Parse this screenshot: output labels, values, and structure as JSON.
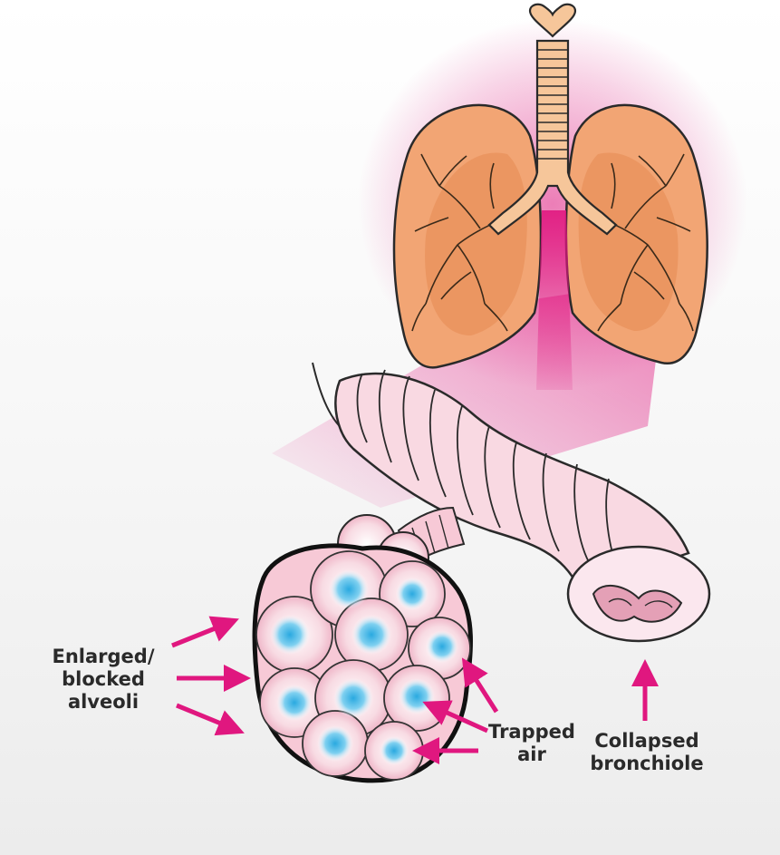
{
  "labels": {
    "alveoli": [
      "Enlarged/",
      "blocked",
      "alveoli"
    ],
    "trapped_air": [
      "Trapped",
      "air"
    ],
    "bronchiole": [
      "Collapsed",
      "bronchiole"
    ]
  },
  "colors": {
    "lung": "#f2a574",
    "lung_dark": "#e68a52",
    "airway": "#f6c69a",
    "magenta": "#e0177f",
    "tube": "#f9d9e2",
    "alveolus": "#f7c9d6",
    "air": "#3bb8e6"
  }
}
